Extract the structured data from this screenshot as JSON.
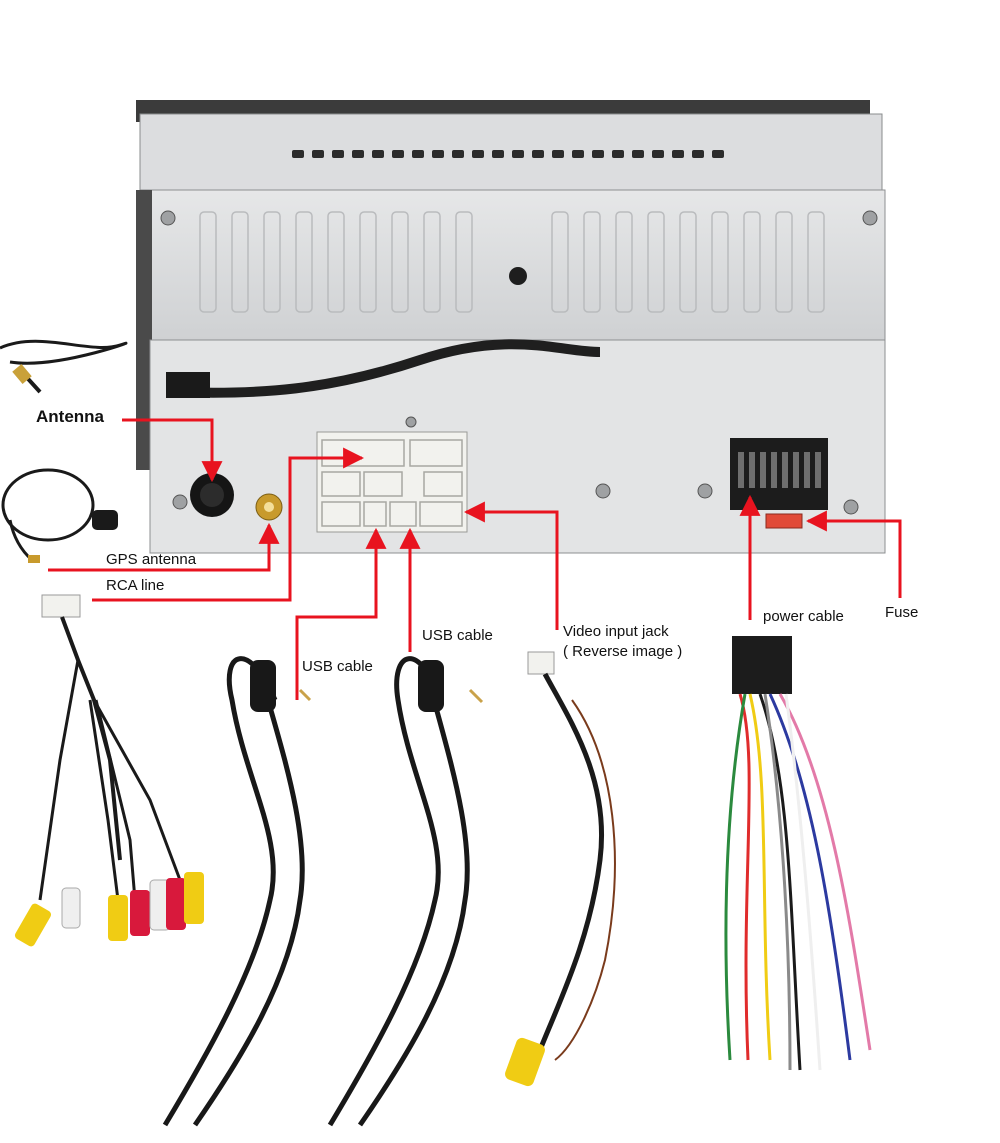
{
  "labels": {
    "antenna": "Antenna",
    "gps_antenna": "GPS antenna",
    "rca_line": "RCA line",
    "usb_cable_1": "USB cable",
    "usb_cable_2": "USB cable",
    "video_input_line1": "Video input jack",
    "video_input_line2": "( Reverse image )",
    "power_cable": "power cable",
    "fuse": "Fuse"
  },
  "colors": {
    "arrow": "#e8131f",
    "panel": "#d9dadb",
    "panel_dark": "#b7b9bb",
    "cable": "#1b1b1b",
    "connector": "#f2f2ee",
    "rca_yellow": "#f0cc14",
    "rca_red": "#d8193c",
    "rca_white": "#efefef"
  }
}
